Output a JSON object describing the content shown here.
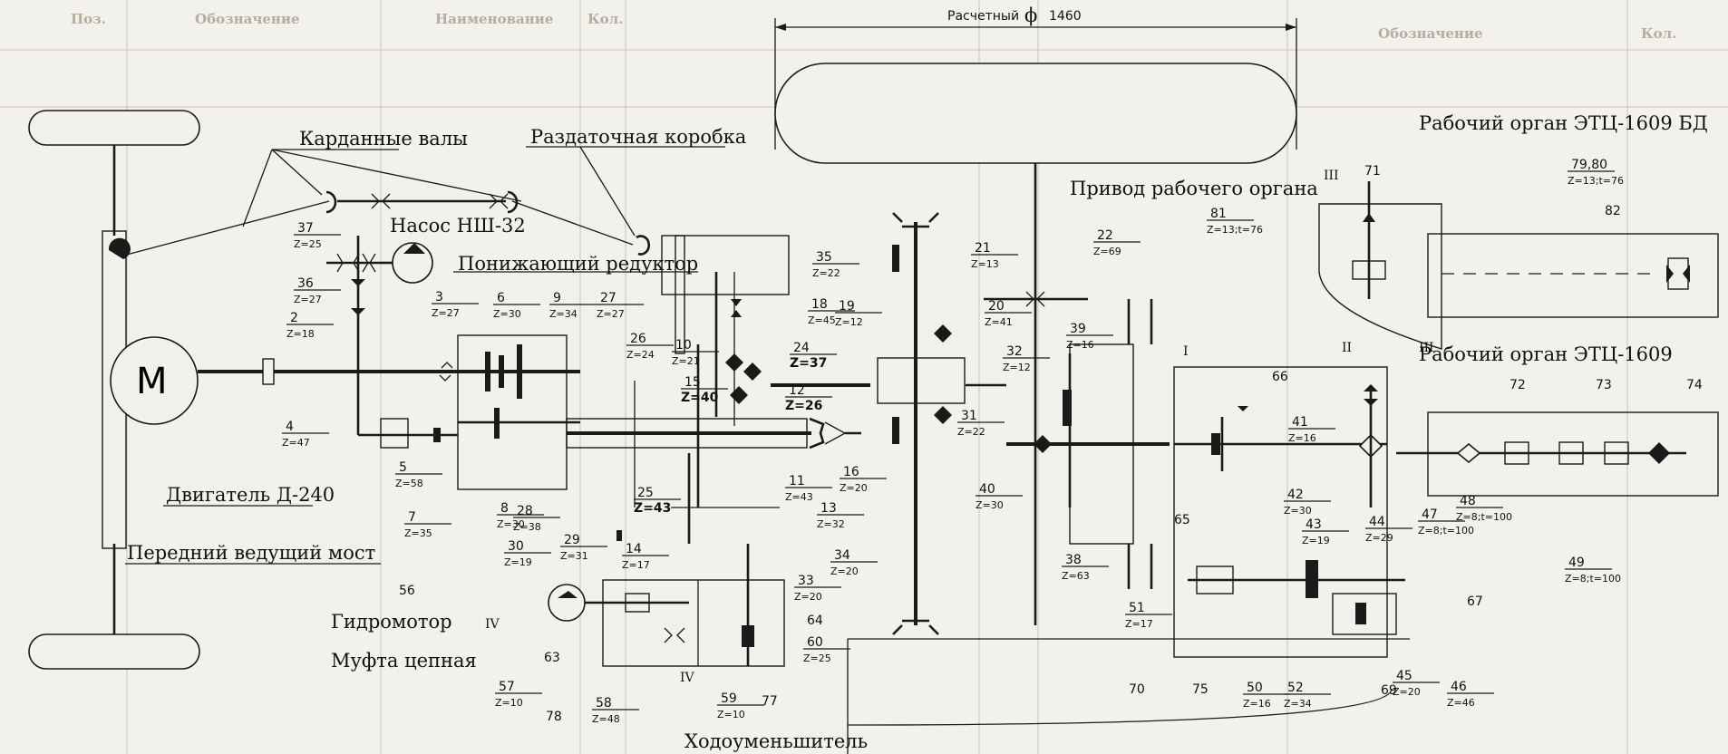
{
  "background_table": {
    "headers": [
      "Поз.",
      "Обозначение",
      "Наименование",
      "Кол.",
      "Обозначение",
      "Кол."
    ]
  },
  "titles": {
    "cardan_shafts": "Карданные валы",
    "transfer_box": "Раздаточная коробка",
    "pump": "Насос НШ-32",
    "reducer": "Понижающий редуктор",
    "engine": "Двигатель Д-240",
    "front_axle": "Передний ведущий мост",
    "hydromotor": "Гидромотор",
    "chain_coupling": "Муфта цепная",
    "creeper": "Ходоуменьшитель",
    "work_drive": "Привод рабочего органа",
    "etc_bd": "Рабочий орган ЭТЦ-1609 БД",
    "etc": "Рабочий орган ЭТЦ-1609"
  },
  "dimension": {
    "label": "Расчетный",
    "symbol": "ϕ",
    "value": "1460"
  },
  "motor_symbol": "M",
  "roman": {
    "I": "I",
    "II": "II",
    "III": "III",
    "IV": "IV"
  },
  "parts": [
    {
      "id": "p2",
      "n": "2",
      "z": "Z=18"
    },
    {
      "id": "p3",
      "n": "3",
      "z": "Z=27"
    },
    {
      "id": "p4",
      "n": "4",
      "z": "Z=47"
    },
    {
      "id": "p5",
      "n": "5",
      "z": "Z=58"
    },
    {
      "id": "p6",
      "n": "6",
      "z": "Z=30"
    },
    {
      "id": "p7",
      "n": "7",
      "z": "Z=35"
    },
    {
      "id": "p8",
      "n": "8",
      "z": "Z=30"
    },
    {
      "id": "p9",
      "n": "9",
      "z": "Z=34"
    },
    {
      "id": "p10",
      "n": "10",
      "z": "Z=21"
    },
    {
      "id": "p11",
      "n": "11",
      "z": "Z=43"
    },
    {
      "id": "p12",
      "n": "12",
      "z": "Z=26"
    },
    {
      "id": "p13",
      "n": "13",
      "z": "Z=32"
    },
    {
      "id": "p14",
      "n": "14",
      "z": "Z=17"
    },
    {
      "id": "p15",
      "n": "15",
      "z": "Z=40"
    },
    {
      "id": "p16",
      "n": "16",
      "z": "Z=20"
    },
    {
      "id": "p18",
      "n": "18",
      "z": "Z=45"
    },
    {
      "id": "p19",
      "n": "19",
      "z": "Z=12"
    },
    {
      "id": "p20",
      "n": "20",
      "z": "Z=41"
    },
    {
      "id": "p21",
      "n": "21",
      "z": "Z=13"
    },
    {
      "id": "p22",
      "n": "22",
      "z": "Z=69"
    },
    {
      "id": "p24",
      "n": "24",
      "z": "Z=37"
    },
    {
      "id": "p25",
      "n": "25",
      "z": "Z=43"
    },
    {
      "id": "p26",
      "n": "26",
      "z": "Z=24"
    },
    {
      "id": "p27",
      "n": "27",
      "z": "Z=27"
    },
    {
      "id": "p28",
      "n": "28",
      "z": "Z=38"
    },
    {
      "id": "p29",
      "n": "29",
      "z": "Z=31"
    },
    {
      "id": "p30",
      "n": "30",
      "z": "Z=19"
    },
    {
      "id": "p31",
      "n": "31",
      "z": "Z=22"
    },
    {
      "id": "p32",
      "n": "32",
      "z": "Z=12"
    },
    {
      "id": "p33",
      "n": "33",
      "z": "Z=20"
    },
    {
      "id": "p34",
      "n": "34",
      "z": "Z=20"
    },
    {
      "id": "p35",
      "n": "35",
      "z": "Z=22"
    },
    {
      "id": "p36",
      "n": "36",
      "z": "Z=27"
    },
    {
      "id": "p37",
      "n": "37",
      "z": "Z=25"
    },
    {
      "id": "p38",
      "n": "38",
      "z": "Z=63"
    },
    {
      "id": "p39",
      "n": "39",
      "z": "Z=16"
    },
    {
      "id": "p40",
      "n": "40",
      "z": "Z=30"
    },
    {
      "id": "p41",
      "n": "41",
      "z": "Z=16"
    },
    {
      "id": "p42",
      "n": "42",
      "z": "Z=30"
    },
    {
      "id": "p43",
      "n": "43",
      "z": "Z=19"
    },
    {
      "id": "p44",
      "n": "44",
      "z": "Z=29"
    },
    {
      "id": "p45",
      "n": "45",
      "z": "Z=20"
    },
    {
      "id": "p46",
      "n": "46",
      "z": "Z=46"
    },
    {
      "id": "p47",
      "n": "47",
      "z": "Z=8;t=100"
    },
    {
      "id": "p48",
      "n": "48",
      "z": "Z=8;t=100"
    },
    {
      "id": "p49",
      "n": "49",
      "z": "Z=8;t=100"
    },
    {
      "id": "p50",
      "n": "50",
      "z": "Z=16"
    },
    {
      "id": "p51",
      "n": "51",
      "z": "Z=17"
    },
    {
      "id": "p52",
      "n": "52",
      "z": "Z=34"
    },
    {
      "id": "p56",
      "n": "56",
      "z": ""
    },
    {
      "id": "p57",
      "n": "57",
      "z": "Z=10"
    },
    {
      "id": "p58",
      "n": "58",
      "z": "Z=48"
    },
    {
      "id": "p59",
      "n": "59",
      "z": "Z=10"
    },
    {
      "id": "p60",
      "n": "60",
      "z": "Z=25"
    },
    {
      "id": "p63",
      "n": "63",
      "z": ""
    },
    {
      "id": "p64",
      "n": "64",
      "z": ""
    },
    {
      "id": "p65",
      "n": "65",
      "z": ""
    },
    {
      "id": "p66",
      "n": "66",
      "z": ""
    },
    {
      "id": "p67",
      "n": "67",
      "z": ""
    },
    {
      "id": "p69",
      "n": "69",
      "z": ""
    },
    {
      "id": "p70",
      "n": "70",
      "z": ""
    },
    {
      "id": "p71",
      "n": "71",
      "z": ""
    },
    {
      "id": "p72",
      "n": "72",
      "z": ""
    },
    {
      "id": "p73",
      "n": "73",
      "z": ""
    },
    {
      "id": "p74",
      "n": "74",
      "z": ""
    },
    {
      "id": "p75",
      "n": "75",
      "z": ""
    },
    {
      "id": "p77",
      "n": "77",
      "z": ""
    },
    {
      "id": "p78",
      "n": "78",
      "z": ""
    },
    {
      "id": "p7980",
      "n": "79,80",
      "z": "Z=13;t=76"
    },
    {
      "id": "p81",
      "n": "81",
      "z": "Z=13;t=76"
    },
    {
      "id": "p82",
      "n": "82",
      "z": ""
    }
  ]
}
